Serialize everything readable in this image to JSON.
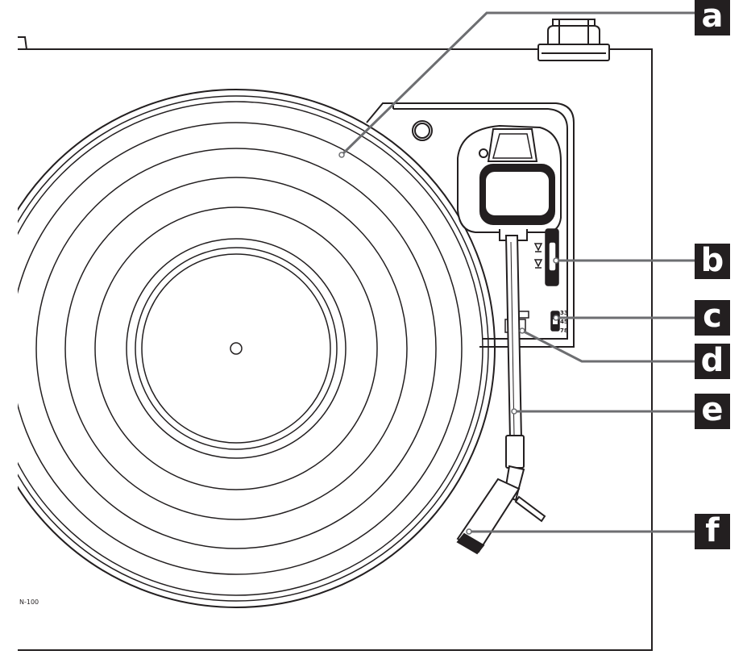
{
  "diagram": {
    "model_label": "N-100",
    "callouts": [
      {
        "id": "a",
        "label": "a",
        "part": "platter"
      },
      {
        "id": "b",
        "label": "b",
        "part": "lift-lever"
      },
      {
        "id": "c",
        "label": "c",
        "part": "speed-selector"
      },
      {
        "id": "d",
        "label": "d",
        "part": "tonearm-rest"
      },
      {
        "id": "e",
        "label": "e",
        "part": "tonearm"
      },
      {
        "id": "f",
        "label": "f",
        "part": "headshell"
      }
    ],
    "speed_labels": [
      "33",
      "45",
      "78"
    ],
    "colors": {
      "line": "#231f20",
      "leader": "#6d6e71",
      "callout_bg": "#231f20",
      "callout_text": "#ffffff",
      "background": "#ffffff"
    }
  }
}
